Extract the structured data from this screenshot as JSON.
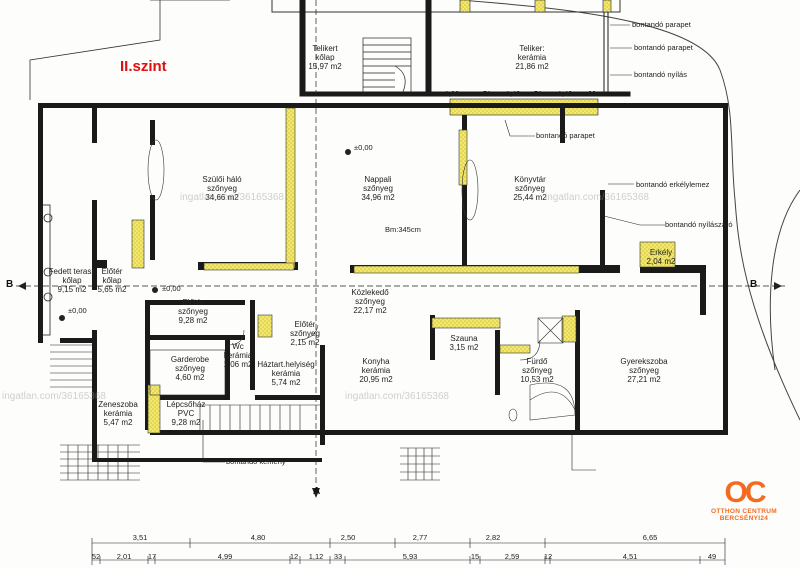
{
  "title": "II.szint",
  "rooms": [
    {
      "name": "Telikert",
      "l2": "kőlap",
      "area": "15,97 m2"
    },
    {
      "name": "Teliker:",
      "l2": "kerámia",
      "area": "21,86 m2"
    },
    {
      "name": "Szülői háló",
      "l2": "szőnyeg",
      "area": "34,66 m2"
    },
    {
      "name": "Nappali",
      "l2": "szőnyeg",
      "area": "34,96 m2"
    },
    {
      "name": "Könyvtár",
      "l2": "szőnyeg",
      "area": "25,44 m2"
    },
    {
      "name": "Fedett terasz",
      "l2": "kőlap",
      "area": "9,15 m2"
    },
    {
      "name": "Előtér",
      "l2": "kőlap",
      "area": "5,65 m2"
    },
    {
      "name": "Előtér",
      "l2": "szőnyeg",
      "area": "9,28 m2"
    },
    {
      "name": "Közlekedő",
      "l2": "szőnyeg",
      "area": "22,17 m2"
    },
    {
      "name": "Erkély",
      "l2": "2,04 m2",
      "area": ""
    },
    {
      "name": "Előtér",
      "l2": "szőnyeg",
      "area": "2,15 m2"
    },
    {
      "name": "Wc",
      "l2": "kerámia",
      "area": "1,06 m2"
    },
    {
      "name": "Garderobe",
      "l2": "szőnyeg",
      "area": "4,60 m2"
    },
    {
      "name": "Háztart.helyiség",
      "l2": "kerámia",
      "area": "5,74 m2"
    },
    {
      "name": "Konyha",
      "l2": "kerámia",
      "area": "20,95 m2"
    },
    {
      "name": "Szauna",
      "l2": "3,15 m2",
      "area": ""
    },
    {
      "name": "Fürdő",
      "l2": "szőnyeg",
      "area": "10,53 m2"
    },
    {
      "name": "Gyerekszoba",
      "l2": "szőnyeg",
      "area": "27,21 m2"
    },
    {
      "name": "Zeneszoba",
      "l2": "kerámia",
      "area": "5,47 m2"
    },
    {
      "name": "Lépcsőház",
      "l2": "PVC",
      "area": "9,28 m2"
    }
  ],
  "annotations": [
    "bontandó parapet",
    "bontandó parapet",
    "bontandó nyílás",
    "bontandó parapet",
    "bontandó erkélylemez",
    "bontandó nyílászáró",
    "bontandó kémény"
  ],
  "levels": [
    "±0,00",
    "±0,00",
    "±0,00"
  ],
  "height_note": "Bm:345cm",
  "section_marks": [
    "B",
    "B",
    "A"
  ],
  "top_dims": [
    "1,99",
    "51",
    "1,40",
    "51",
    "1,40",
    "60"
  ],
  "bottom_dims_row1": [
    "3,51",
    "4,80",
    "2,50",
    "2,77",
    "2,82",
    "6,65"
  ],
  "bottom_dims_row2": [
    "52",
    "2,01",
    "17",
    "4,99",
    "12",
    "1,12",
    "33",
    "5,93",
    "15",
    "2,59",
    "12",
    "4,51",
    "49"
  ],
  "watermark": "ingatlan.com/36165368",
  "logo": {
    "mark": "OC",
    "line1": "OTTHON CENTRUM",
    "line2": "BERCSÉNYI24"
  },
  "colors": {
    "hatch": "#f3e86a",
    "wall": "#1a1a1a",
    "title": "#dd1111",
    "brand": "#f26b21"
  }
}
